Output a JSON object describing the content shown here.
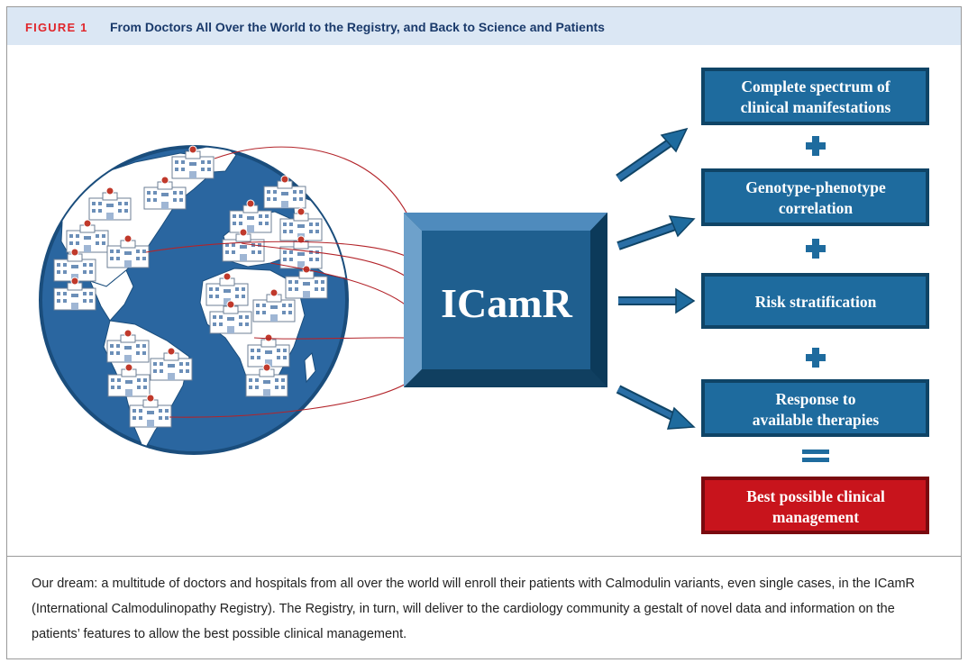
{
  "header": {
    "figure_label": "FIGURE 1",
    "title": "From Doctors All Over the World to the Registry, and Back to Science and Patients"
  },
  "center": {
    "label": "ICamR"
  },
  "outcomes": [
    {
      "line1": "Complete spectrum of",
      "line2": "clinical manifestations"
    },
    {
      "line1": "Genotype-phenotype",
      "line2": "correlation"
    },
    {
      "line1": "Risk stratification",
      "line2": ""
    },
    {
      "line1": "Response to",
      "line2": "available therapies"
    }
  ],
  "result": {
    "line1": "Best possible clinical",
    "line2": "management"
  },
  "operators": [
    "+",
    "+",
    "+",
    "="
  ],
  "caption": "Our dream: a multitude of doctors and hospitals from all over the world will enroll their patients with Calmodulin variants, even single cases, in the ICamR (International Calmodulinopathy Registry). The Registry, in turn, will deliver to the cardiology community a gestalt of novel data and information on the patients’ features to allow the best possible clinical management.",
  "colors": {
    "box_blue": "#1e6b9e",
    "box_dark": "#0f4466",
    "result_red": "#c8141c",
    "connector_red": "#b3242a",
    "globe_ocean": "#2a66a0",
    "header_bg": "#dbe7f4"
  }
}
